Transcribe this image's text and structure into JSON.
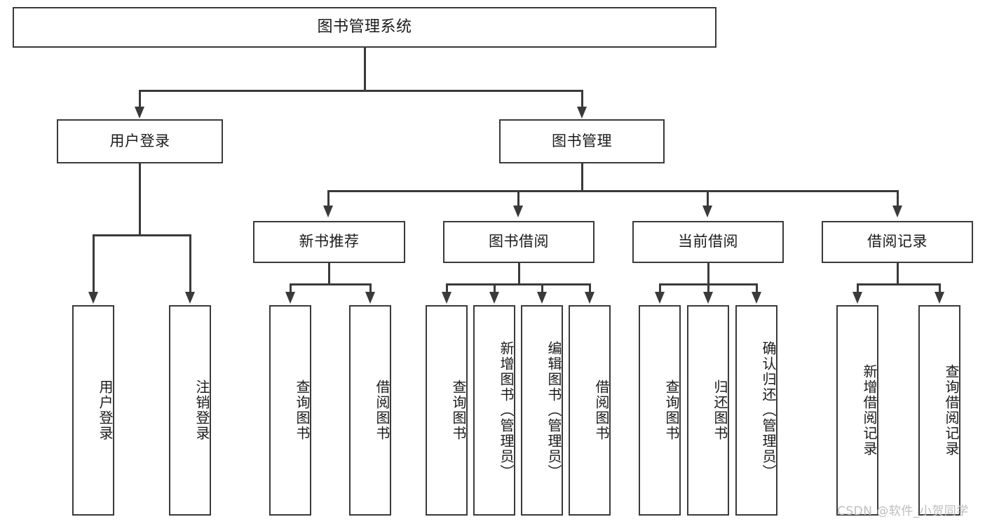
{
  "diagram": {
    "type": "tree-hierarchy-chart",
    "title": "图书管理系统",
    "watermark": "CSDN @软件_小贺同学",
    "colors": {
      "stroke": "#3a3a3a",
      "fill": "#ffffff",
      "text": "#1b1b1b",
      "watermark": "#bdbdbd",
      "background": "#ffffff"
    },
    "root": {
      "label": "图书管理系统"
    },
    "level2": [
      {
        "id": "user-login",
        "label": "用户登录"
      },
      {
        "id": "book-manage",
        "label": "图书管理"
      }
    ],
    "level3": [
      {
        "id": "new-book-recommend",
        "label": "新书推荐",
        "parent": "book-manage"
      },
      {
        "id": "book-borrow",
        "label": "图书借阅",
        "parent": "book-manage"
      },
      {
        "id": "current-borrow",
        "label": "当前借阅",
        "parent": "book-manage"
      },
      {
        "id": "borrow-record",
        "label": "借阅记录",
        "parent": "book-manage"
      }
    ],
    "leaves": {
      "user-login": [
        {
          "id": "leaf-user-login",
          "label": "用户登录"
        },
        {
          "id": "leaf-user-logout",
          "label": "注销登录"
        }
      ],
      "new-book-recommend": [
        {
          "id": "leaf-query-book-1",
          "label": "查询图书"
        },
        {
          "id": "leaf-borrow-book-1",
          "label": "借阅图书"
        }
      ],
      "book-borrow": [
        {
          "id": "leaf-query-book-2",
          "label": "查询图书"
        },
        {
          "id": "leaf-add-book",
          "label": "新增图书（管理员）"
        },
        {
          "id": "leaf-edit-book",
          "label": "编辑图书（管理员）"
        },
        {
          "id": "leaf-borrow-book-2",
          "label": "借阅图书"
        }
      ],
      "current-borrow": [
        {
          "id": "leaf-query-book-3",
          "label": "查询图书"
        },
        {
          "id": "leaf-return-book",
          "label": "归还图书"
        },
        {
          "id": "leaf-confirm-return",
          "label": "确认归还（管理员）"
        }
      ],
      "borrow-record": [
        {
          "id": "leaf-add-record",
          "label": "新增借阅记录"
        },
        {
          "id": "leaf-query-record",
          "label": "查询借阅记录"
        }
      ]
    }
  }
}
